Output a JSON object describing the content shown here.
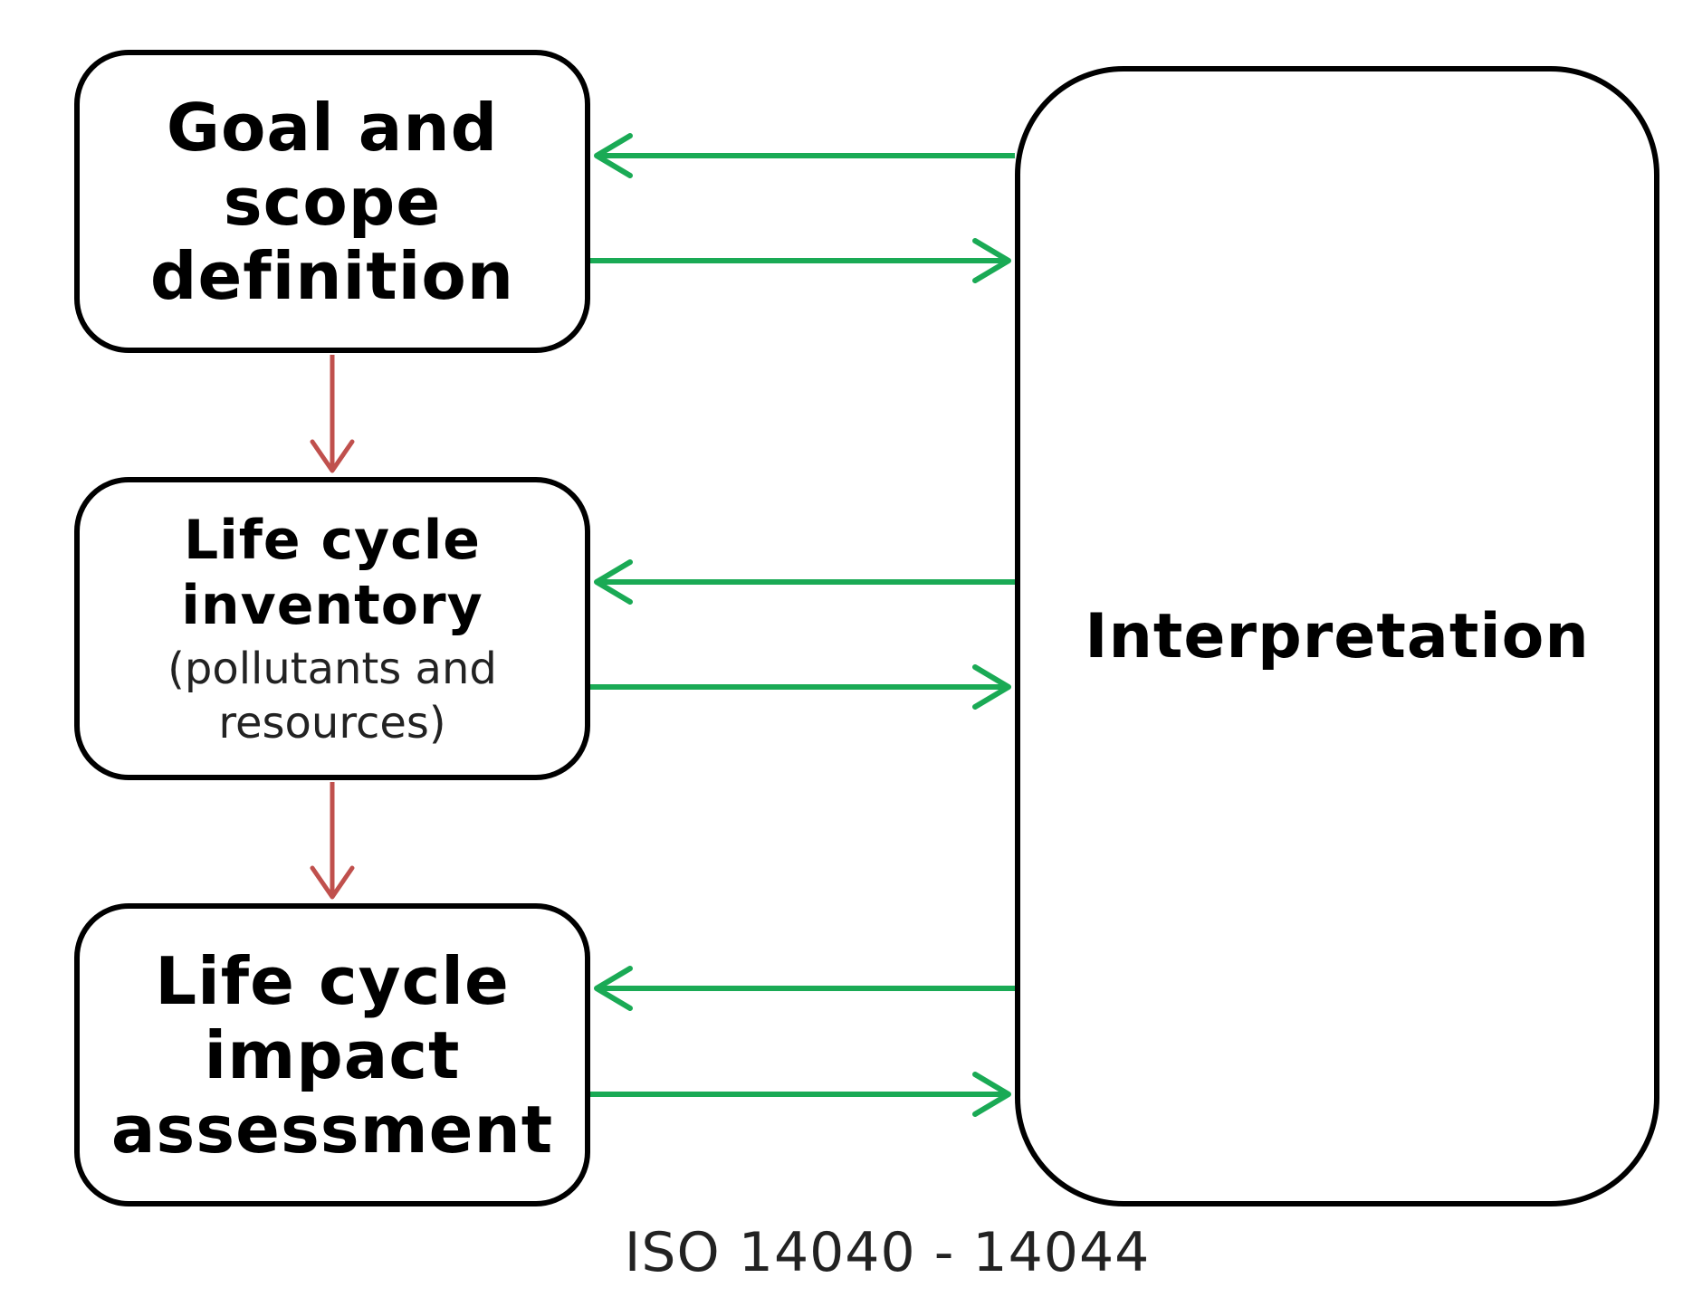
{
  "diagram": {
    "boxes": {
      "goal": {
        "title": "Goal and\nscope\ndefinition"
      },
      "inventory": {
        "title": "Life cycle\ninventory",
        "subtitle": "(pollutants and\nresources)"
      },
      "impact": {
        "title": "Life cycle\nimpact\nassessment"
      },
      "interpretation": {
        "title": "Interpretation"
      }
    },
    "caption": "ISO 14040 - 14044",
    "colors": {
      "box_border": "#000000",
      "feedback_arrow": "#1aaa55",
      "flow_arrow": "#c0504d"
    }
  }
}
